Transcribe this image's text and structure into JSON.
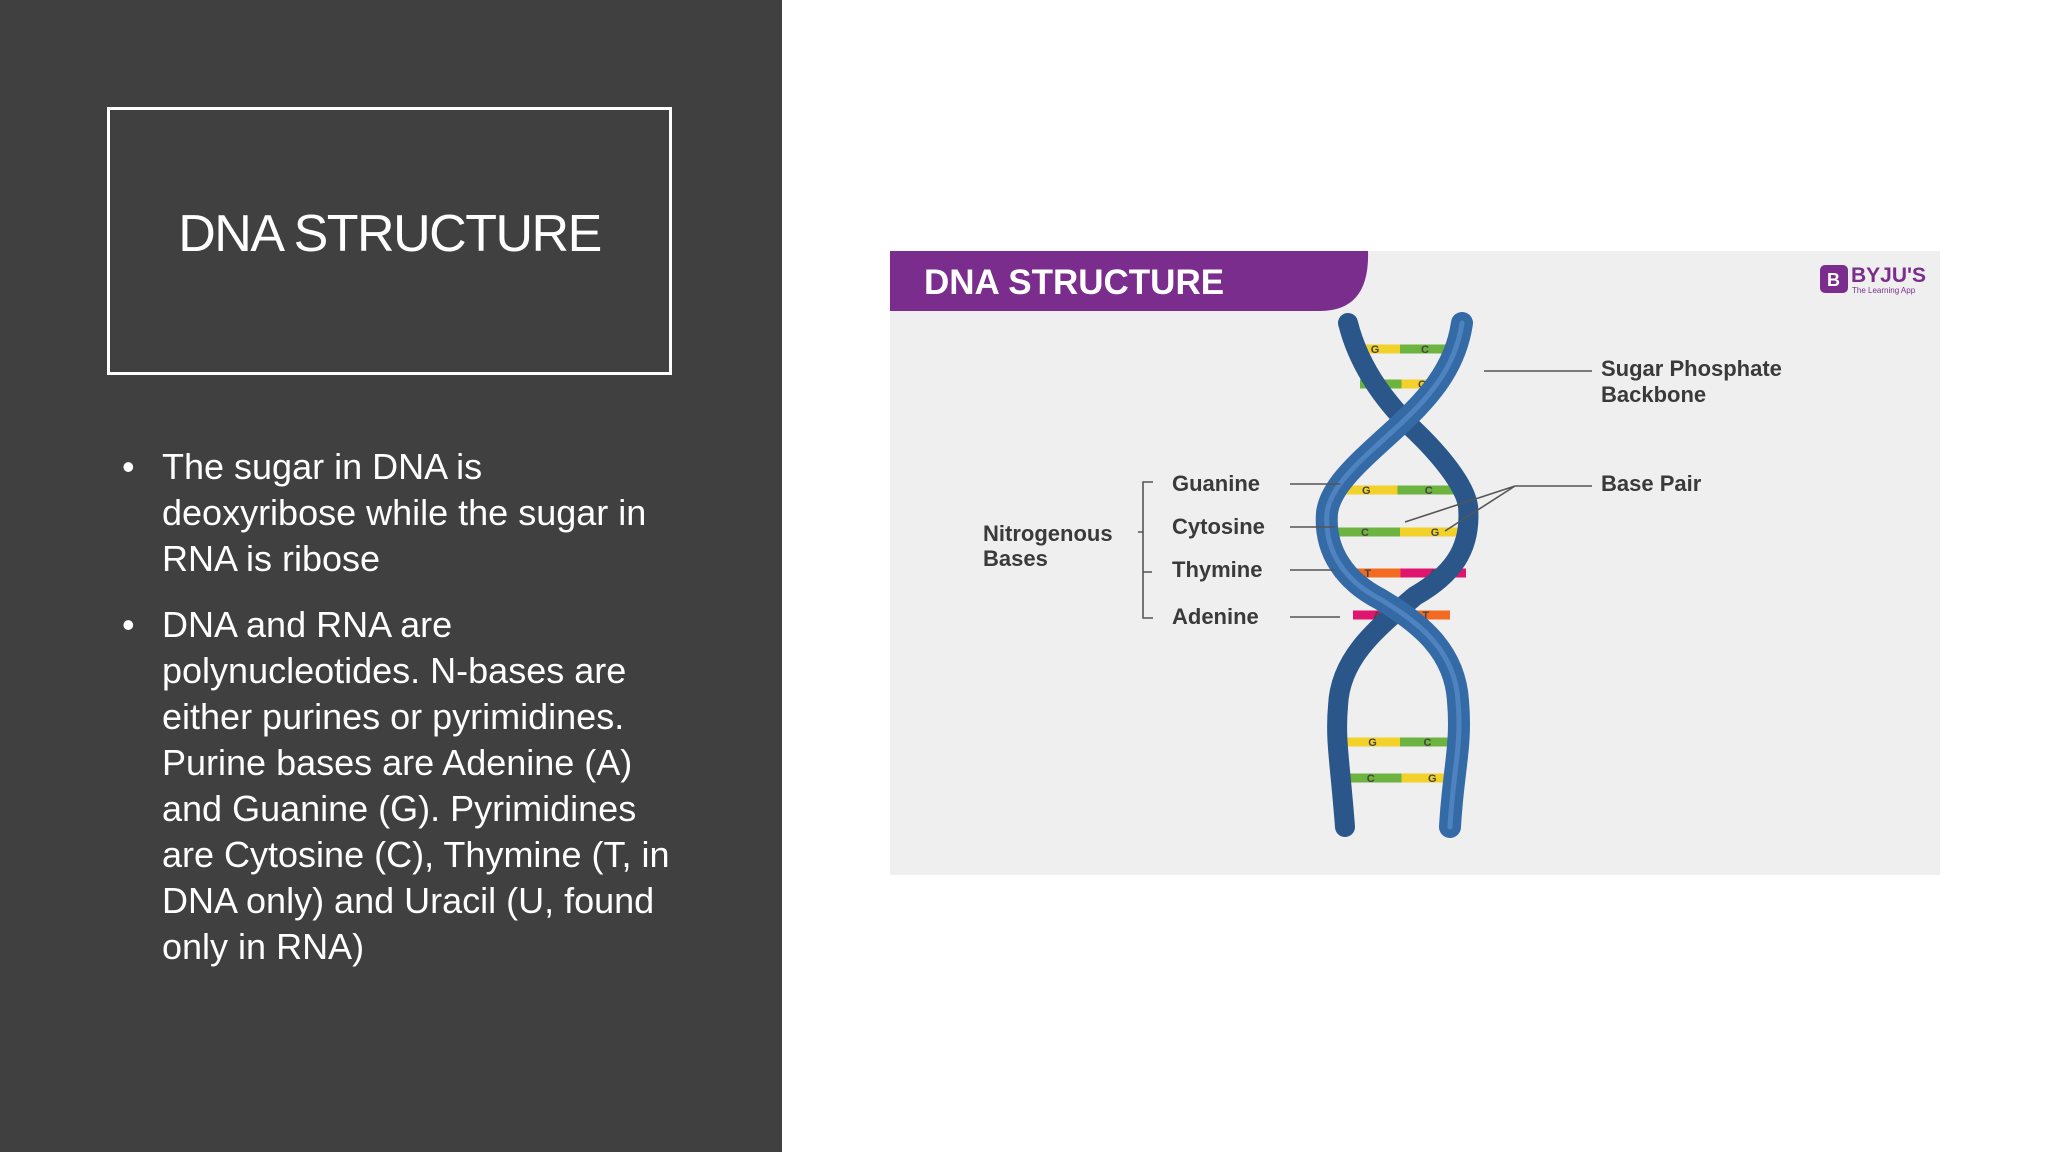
{
  "slide": {
    "title": "DNA STRUCTURE",
    "bullets": [
      " The sugar in DNA is deoxyribose while the sugar in RNA is ribose",
      " DNA and RNA are polynucleotides. N-bases are either purines or pyrimidines. Purine bases are Adenine (A) and Guanine (G). Pyrimidines are Cytosine (C), Thymine (T, in DNA only) and Uracil (U, found only in RNA)"
    ],
    "bullet_symbol": "•"
  },
  "diagram": {
    "banner": "DNA STRUCTURE",
    "brand": "BYJU'S",
    "brand_tagline": "The Learning App",
    "group_label_line1": "Nitrogenous",
    "group_label_line2": "Bases",
    "bases": [
      "Guanine",
      "Cytosine",
      "Thymine",
      "Adenine"
    ],
    "backbone_label_line1": "Sugar Phosphate",
    "backbone_label_line2": "Backbone",
    "pair_label": "Base Pair",
    "rungs": [
      {
        "left": "G",
        "right": "C"
      },
      {
        "left": "C",
        "right": "G"
      },
      {
        "left": "G",
        "right": "C"
      },
      {
        "left": "C",
        "right": "G"
      },
      {
        "left": "T",
        "right": "A"
      },
      {
        "left": "A",
        "right": "T"
      },
      {
        "left": "G",
        "right": "C"
      },
      {
        "left": "C",
        "right": "G"
      }
    ]
  },
  "colors": {
    "panel": "#404040",
    "banner": "#7b2d8e",
    "helix": "#2f5f96",
    "helix_light": "#4f84c0",
    "G": "#f2d22a",
    "C": "#6db33f",
    "T": "#f26b21",
    "A": "#e0156e"
  }
}
